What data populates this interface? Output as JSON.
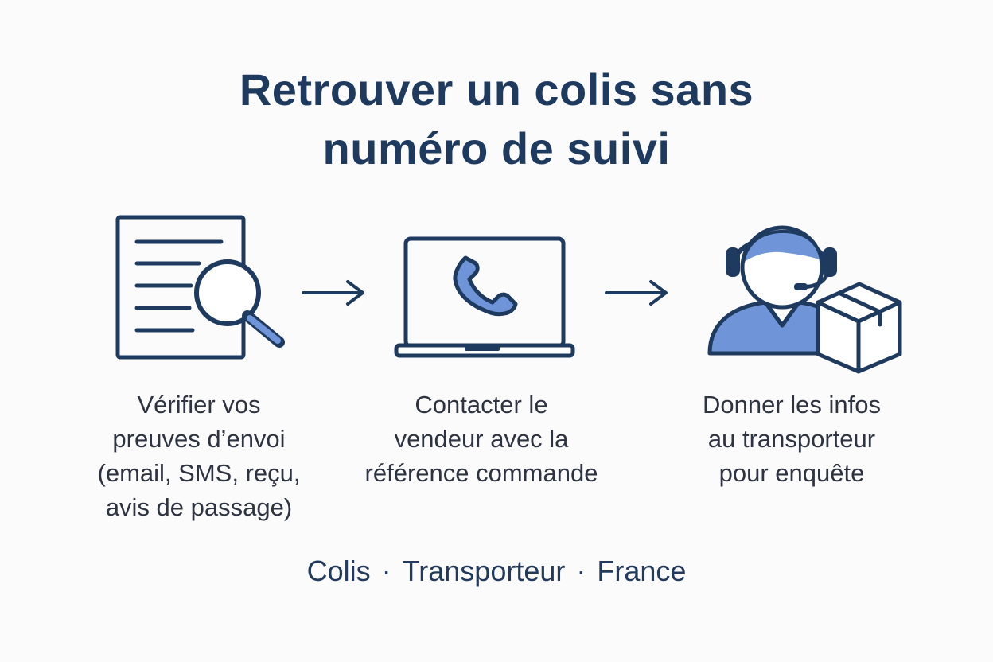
{
  "title": {
    "line1": "Retrouver un colis sans",
    "line2": "numéro de suivi"
  },
  "steps": [
    {
      "icon": "document-search-icon",
      "lines": [
        "Vérifier vos",
        "preuves d’envoi",
        "(email, SMS, reçu,",
        "avis de passage)"
      ]
    },
    {
      "icon": "laptop-phone-icon",
      "lines": [
        "Contacter le",
        "vendeur avec la",
        "référence commande"
      ]
    },
    {
      "icon": "support-agent-package-icon",
      "lines": [
        "Donner les infos",
        "au transporteur",
        "pour enquête"
      ]
    }
  ],
  "footer": {
    "item1": "Colis",
    "item2": "Transporteur",
    "item3": "France",
    "separator": "·"
  },
  "colors": {
    "navy": "#1f3a5f",
    "accent": "#6f95d8",
    "text": "#2d3340",
    "background": "#fbfbfc"
  }
}
